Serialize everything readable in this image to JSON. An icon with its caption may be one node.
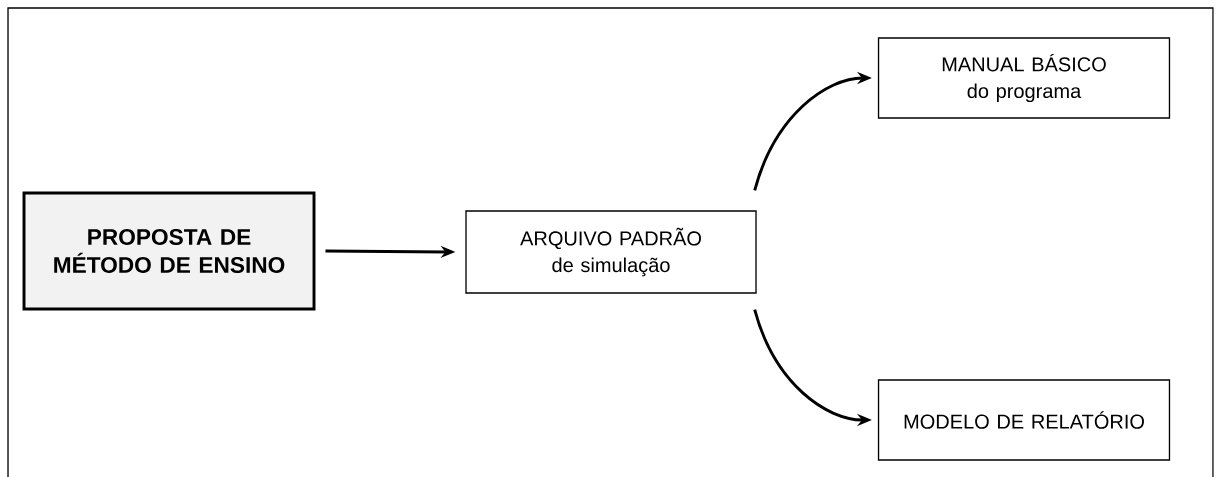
{
  "diagram": {
    "nodes": [
      {
        "text": [
          "PROPOSTA DE MÉTODO DE ENSINO"
        ]
      },
      {
        "text": [
          "ARQUIVO PADRÃO de simulação"
        ]
      },
      {
        "text": [
          "MANUAL BÁSICO do programa"
        ]
      },
      {
        "text": [
          "MODELO DE RELATÓRIO"
        ]
      }
    ],
    "edges": [
      {
        "from": 0,
        "to": 1,
        "arrow": "to"
      },
      {
        "from": 1,
        "to": 2,
        "arrow": "to"
      },
      {
        "from": 1,
        "to": 3,
        "arrow": "to"
      }
    ]
  }
}
